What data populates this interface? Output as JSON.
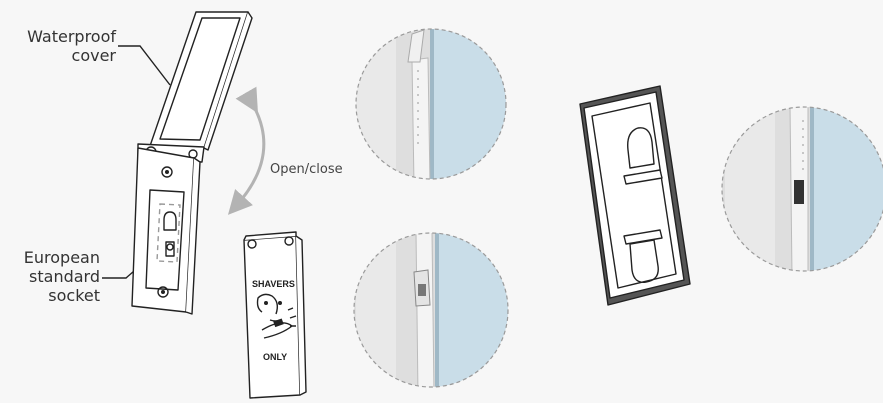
{
  "labels": {
    "waterproof_line1": "Waterproof",
    "waterproof_line2": "cover",
    "european_line1": "European",
    "european_line2": "standard",
    "european_line3": "socket",
    "open_close": "Open/close"
  },
  "plate": {
    "top_text": "SHAVERS",
    "bottom_text": "ONLY"
  },
  "colors": {
    "background": "#f7f7f7",
    "line": "#222222",
    "circle_dash": "#9a9a9a",
    "arrow": "#b3b3b3",
    "mirror_blue": "#c9dde8",
    "wall_gray": "#d8d8d8"
  }
}
